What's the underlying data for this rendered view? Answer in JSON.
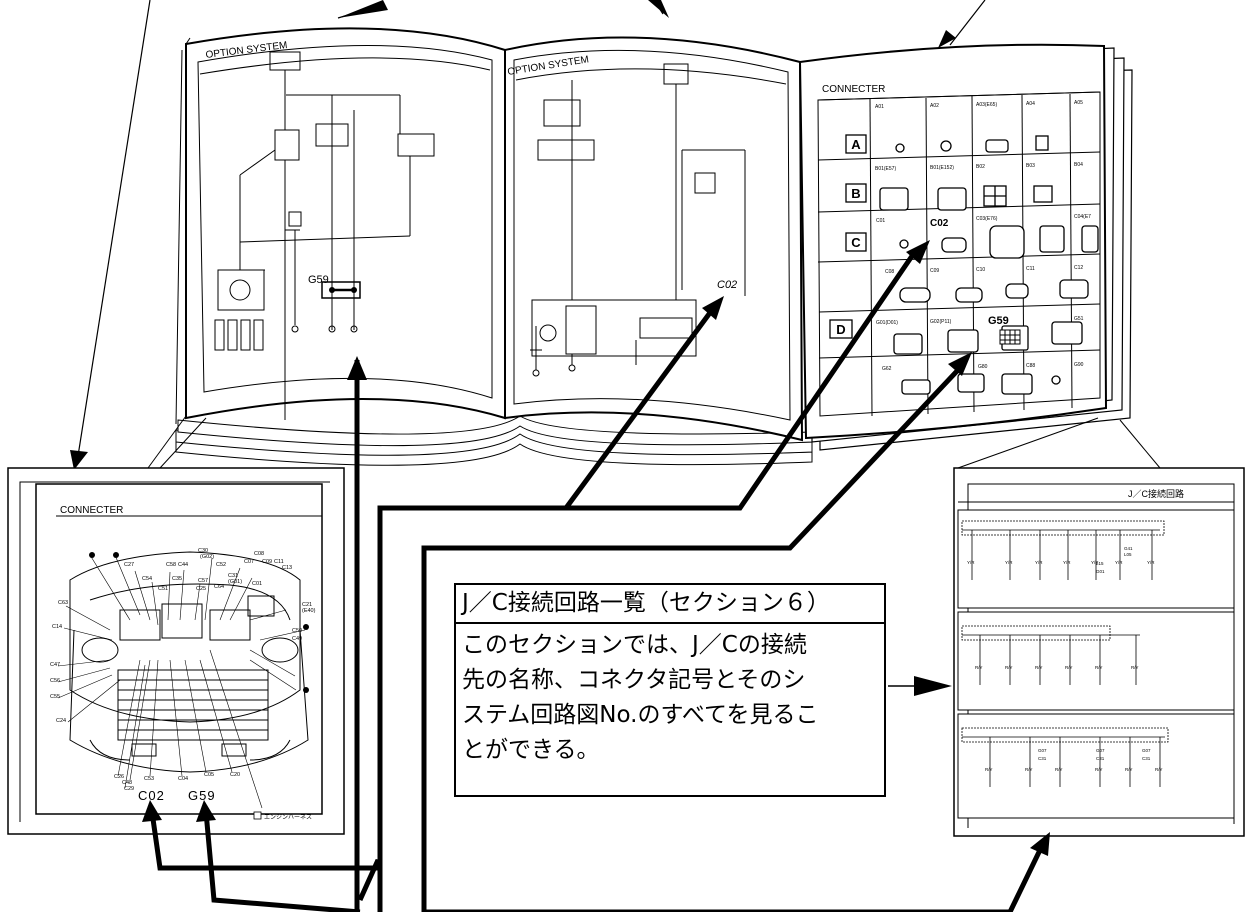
{
  "book": {
    "left_page_title": "OPTION SYSTEM",
    "middle_page_title": "OPTION SYSTEM",
    "right_page_title": "CONNECTER",
    "left_page_label_g59": "G59",
    "middle_page_label_c02": "C02"
  },
  "connector_grid": {
    "row_letters": [
      "A",
      "B",
      "C",
      "D"
    ],
    "cells": [
      "A01",
      "A02",
      "A03(E65)",
      "A04",
      "A05",
      "B01(E57)",
      "B01(E152)",
      "B02",
      "B03",
      "B04",
      "C01",
      "C02",
      "C03(E76)",
      "C04(E7",
      "C08",
      "C09",
      "C10",
      "C11",
      "C12",
      "G01(D01)",
      "G02(P11)",
      "G59",
      "G51",
      "G62",
      "G80",
      "C88",
      "G90"
    ]
  },
  "inset_left": {
    "title": "CONNECTER",
    "labels": [
      "C52",
      "C30",
      "(G02)",
      "C08",
      "C07",
      "C09",
      "C11",
      "C31",
      "(G01)",
      "C13",
      "C01",
      "C58",
      "C44",
      "C27",
      "C54",
      "C35",
      "C57",
      "C64",
      "C51",
      "C25",
      "C21",
      "(E40)",
      "C63",
      "C14",
      "C47",
      "C56",
      "C55",
      "C50",
      "C49",
      "C24",
      "C26",
      "C48",
      "C53",
      "C04",
      "C05",
      "C20",
      "C29"
    ],
    "callout_c02": "C02",
    "callout_g59": "G59",
    "legend": "エンジンハーネス"
  },
  "inset_right": {
    "title": "J／C接続回路",
    "small_labels": [
      "Y/R",
      "G41",
      "L05",
      "L15",
      "G01",
      "R/Y",
      "G07",
      "C31"
    ]
  },
  "infobox": {
    "title": "J／C接続回路一覧（セクション６）",
    "lines": [
      "このセクションでは、J／Cの接続",
      "先の名称、コネクタ記号とそのシ",
      "ステム回路図No.のすべてを見るこ",
      "とができる。"
    ]
  }
}
